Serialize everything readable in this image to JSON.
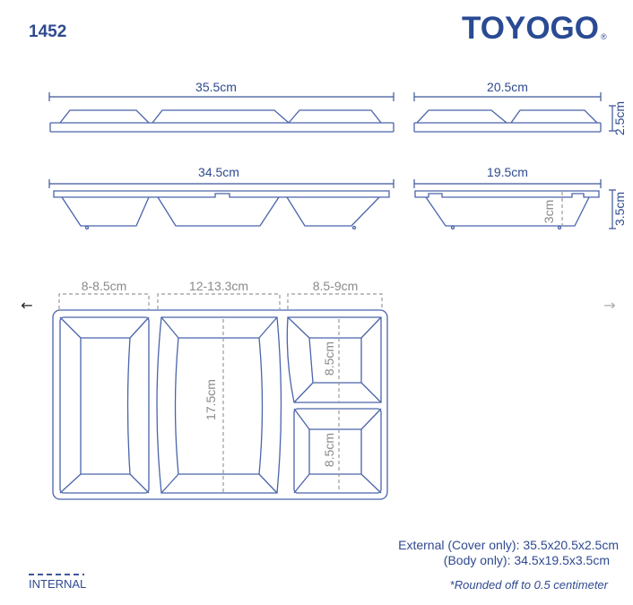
{
  "product_code": "1452",
  "brand": {
    "name": "TOYOGO",
    "mark": "®"
  },
  "colors": {
    "primary": "#2f4a8f",
    "outline": "#4a64aa",
    "internal_dim": "#8a8a8a"
  },
  "cover": {
    "length": "35.5cm",
    "width": "20.5cm",
    "height": "2.5cm"
  },
  "body": {
    "length": "34.5cm",
    "width": "19.5cm",
    "height": "3.5cm",
    "inner_depth": "3cm"
  },
  "top_view": {
    "widths": [
      "8-8.5cm",
      "12-13.3cm",
      "8.5-9cm"
    ],
    "main_length": "17.5cm",
    "small_lengths": [
      "8.5cm",
      "8.5cm"
    ]
  },
  "legend": {
    "internal_label": "INTERNAL"
  },
  "notes": {
    "external_cover": "External (Cover only): 35.5x20.5x2.5cm",
    "external_body": "(Body only): 34.5x19.5x3.5cm",
    "rounding": "*Rounded off to 0.5 centimeter"
  },
  "nav": {
    "prev_icon": "arrow-left-icon",
    "next_icon": "arrow-right-icon",
    "prev": "←",
    "next": "→"
  }
}
